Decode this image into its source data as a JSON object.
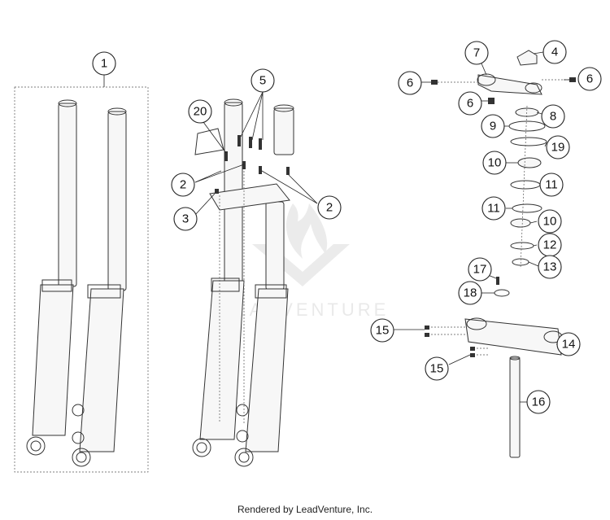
{
  "diagram": {
    "callouts": [
      {
        "label": "1"
      },
      {
        "label": "5"
      },
      {
        "label": "20"
      },
      {
        "label": "2"
      },
      {
        "label": "2"
      },
      {
        "label": "3"
      },
      {
        "label": "7"
      },
      {
        "label": "4"
      },
      {
        "label": "6"
      },
      {
        "label": "6"
      },
      {
        "label": "6"
      },
      {
        "label": "8"
      },
      {
        "label": "9"
      },
      {
        "label": "19"
      },
      {
        "label": "10"
      },
      {
        "label": "11"
      },
      {
        "label": "11"
      },
      {
        "label": "10"
      },
      {
        "label": "12"
      },
      {
        "label": "13"
      },
      {
        "label": "17"
      },
      {
        "label": "18"
      },
      {
        "label": "15"
      },
      {
        "label": "14"
      },
      {
        "label": "15"
      },
      {
        "label": "16"
      }
    ],
    "watermark": "LEADVENTURE"
  },
  "footer": {
    "text": "Rendered by LeadVenture, Inc."
  }
}
